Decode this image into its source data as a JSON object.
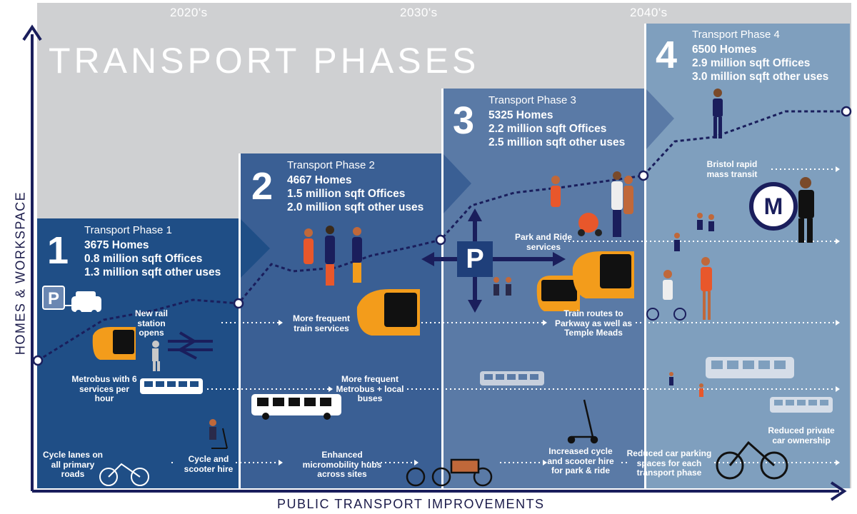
{
  "title": "TRANSPORT PHASES",
  "decades": [
    "2020's",
    "2030's",
    "2040's"
  ],
  "axes": {
    "x": "PUBLIC TRANSPORT IMPROVEMENTS",
    "y": "HOMES & WORKSPACE"
  },
  "phases": [
    {
      "num": "1",
      "label": "Transport Phase 1",
      "homes": "3675  Homes",
      "offices": "0.8 million sqft Offices",
      "other": "1.3 million sqft other uses"
    },
    {
      "num": "2",
      "label": "Transport Phase 2",
      "homes": "4667  Homes",
      "offices": "1.5 million sqft Offices",
      "other": "2.0 million sqft other uses"
    },
    {
      "num": "3",
      "label": "Transport Phase 3",
      "homes": "5325  Homes",
      "offices": "2.2 million sqft Offices",
      "other": "2.5 million sqft other uses"
    },
    {
      "num": "4",
      "label": "Transport Phase 4",
      "homes": "6500  Homes",
      "offices": "2.9 million sqft Offices",
      "other": "3.0 million sqft other uses"
    }
  ],
  "labels": {
    "new_rail": "New rail station opens",
    "metrobus6": "Metrobus with 6 services per hour",
    "cycle_lanes": "Cycle lanes on all primary roads",
    "cycle_scooter": "Cycle and scooter hire",
    "more_trains": "More frequent train services",
    "more_metrobus": "More frequent Metrobus + local buses",
    "micromobility": "Enhanced micromobility hubs across sites",
    "park_ride": "Park and Ride services",
    "train_routes": "Train routes to Parkway as well as Temple Meads",
    "increased_hire": "Increased cycle and scooter hire for park & ride",
    "rapid_transit": "Bristol rapid mass transit",
    "reduced_parking": "Reduced car parking spaces for each transport phase",
    "reduced_ownership": "Reduced private car ownership"
  },
  "badges": {
    "parking": "P",
    "metro": "M"
  },
  "colors": {
    "phase1": "#1f4e86",
    "phase2": "#3a5f94",
    "phase3": "#5a7aa6",
    "phase4": "#7f9fbe",
    "navy": "#1a1e5c",
    "grey": "#cfd0d2",
    "train": "#f39c1b"
  }
}
